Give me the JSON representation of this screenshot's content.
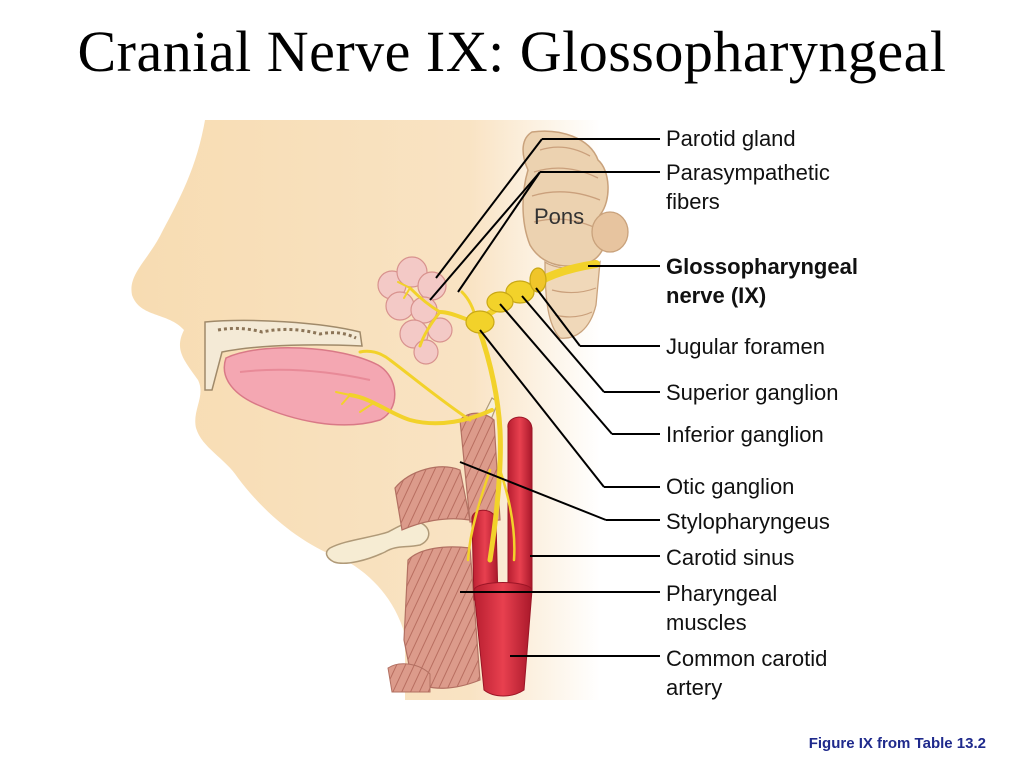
{
  "slide": {
    "title": "Cranial Nerve IX: Glossopharyngeal",
    "caption": "Figure IX from Table 13.2"
  },
  "diagram": {
    "inner_labels": {
      "pons": "Pons"
    },
    "labels": [
      {
        "id": "parotid-gland",
        "text": "Parotid gland",
        "bold": false
      },
      {
        "id": "parasympathetic-fibers",
        "text": "Parasympathetic\nfibers",
        "bold": false
      },
      {
        "id": "glossopharyngeal-nerve",
        "text": "Glossopharyngeal\nnerve (IX)",
        "bold": true
      },
      {
        "id": "jugular-foramen",
        "text": "Jugular foramen",
        "bold": false
      },
      {
        "id": "superior-ganglion",
        "text": "Superior ganglion",
        "bold": false
      },
      {
        "id": "inferior-ganglion",
        "text": "Inferior ganglion",
        "bold": false
      },
      {
        "id": "otic-ganglion",
        "text": "Otic ganglion",
        "bold": false
      },
      {
        "id": "stylopharyngeus",
        "text": "Stylopharyngeus",
        "bold": false
      },
      {
        "id": "carotid-sinus",
        "text": "Carotid sinus",
        "bold": false
      },
      {
        "id": "pharyngeal-muscles",
        "text": "Pharyngeal\nmuscles",
        "bold": false
      },
      {
        "id": "common-carotid-artery",
        "text": "Common carotid\nartery",
        "bold": false
      }
    ],
    "colors": {
      "skin": "#f8dfb8",
      "nerve": "#f2d22a",
      "artery": "#d92d3e",
      "muscle": "#dd9a8c",
      "gland": "#f3c5c2",
      "brainstem": "#e9c9a4",
      "caption": "#1f2a8c"
    }
  }
}
